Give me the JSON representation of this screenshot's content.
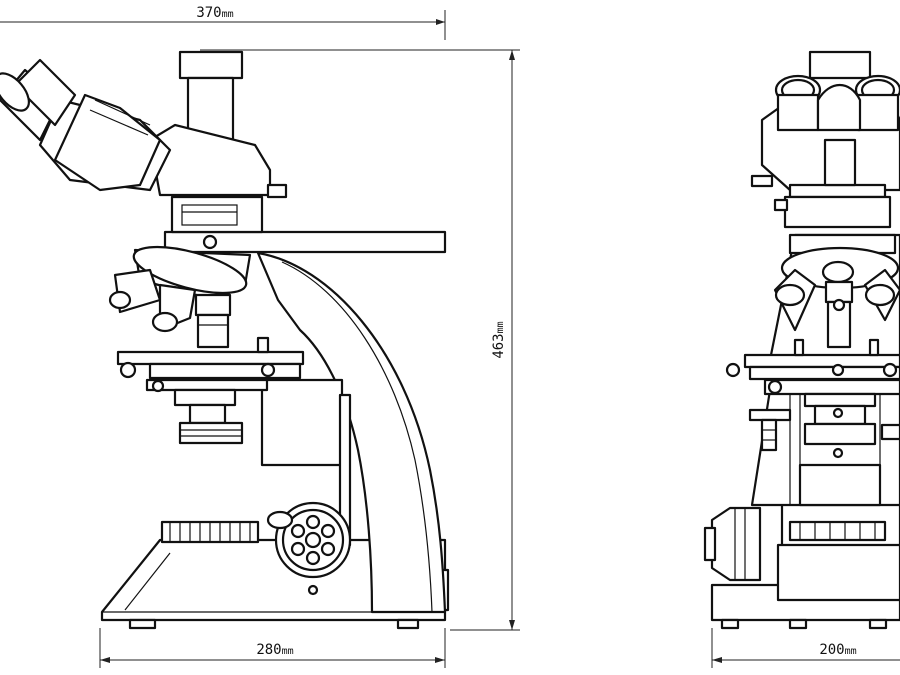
{
  "dimensions": {
    "top_width": {
      "value": "370",
      "unit": "mm"
    },
    "height": {
      "value": "463",
      "unit": "mm"
    },
    "base_width_side": {
      "value": "280",
      "unit": "mm"
    },
    "base_width_front": {
      "value": "200",
      "unit": "mm"
    }
  },
  "colors": {
    "line": "#111111",
    "background": "#ffffff"
  }
}
